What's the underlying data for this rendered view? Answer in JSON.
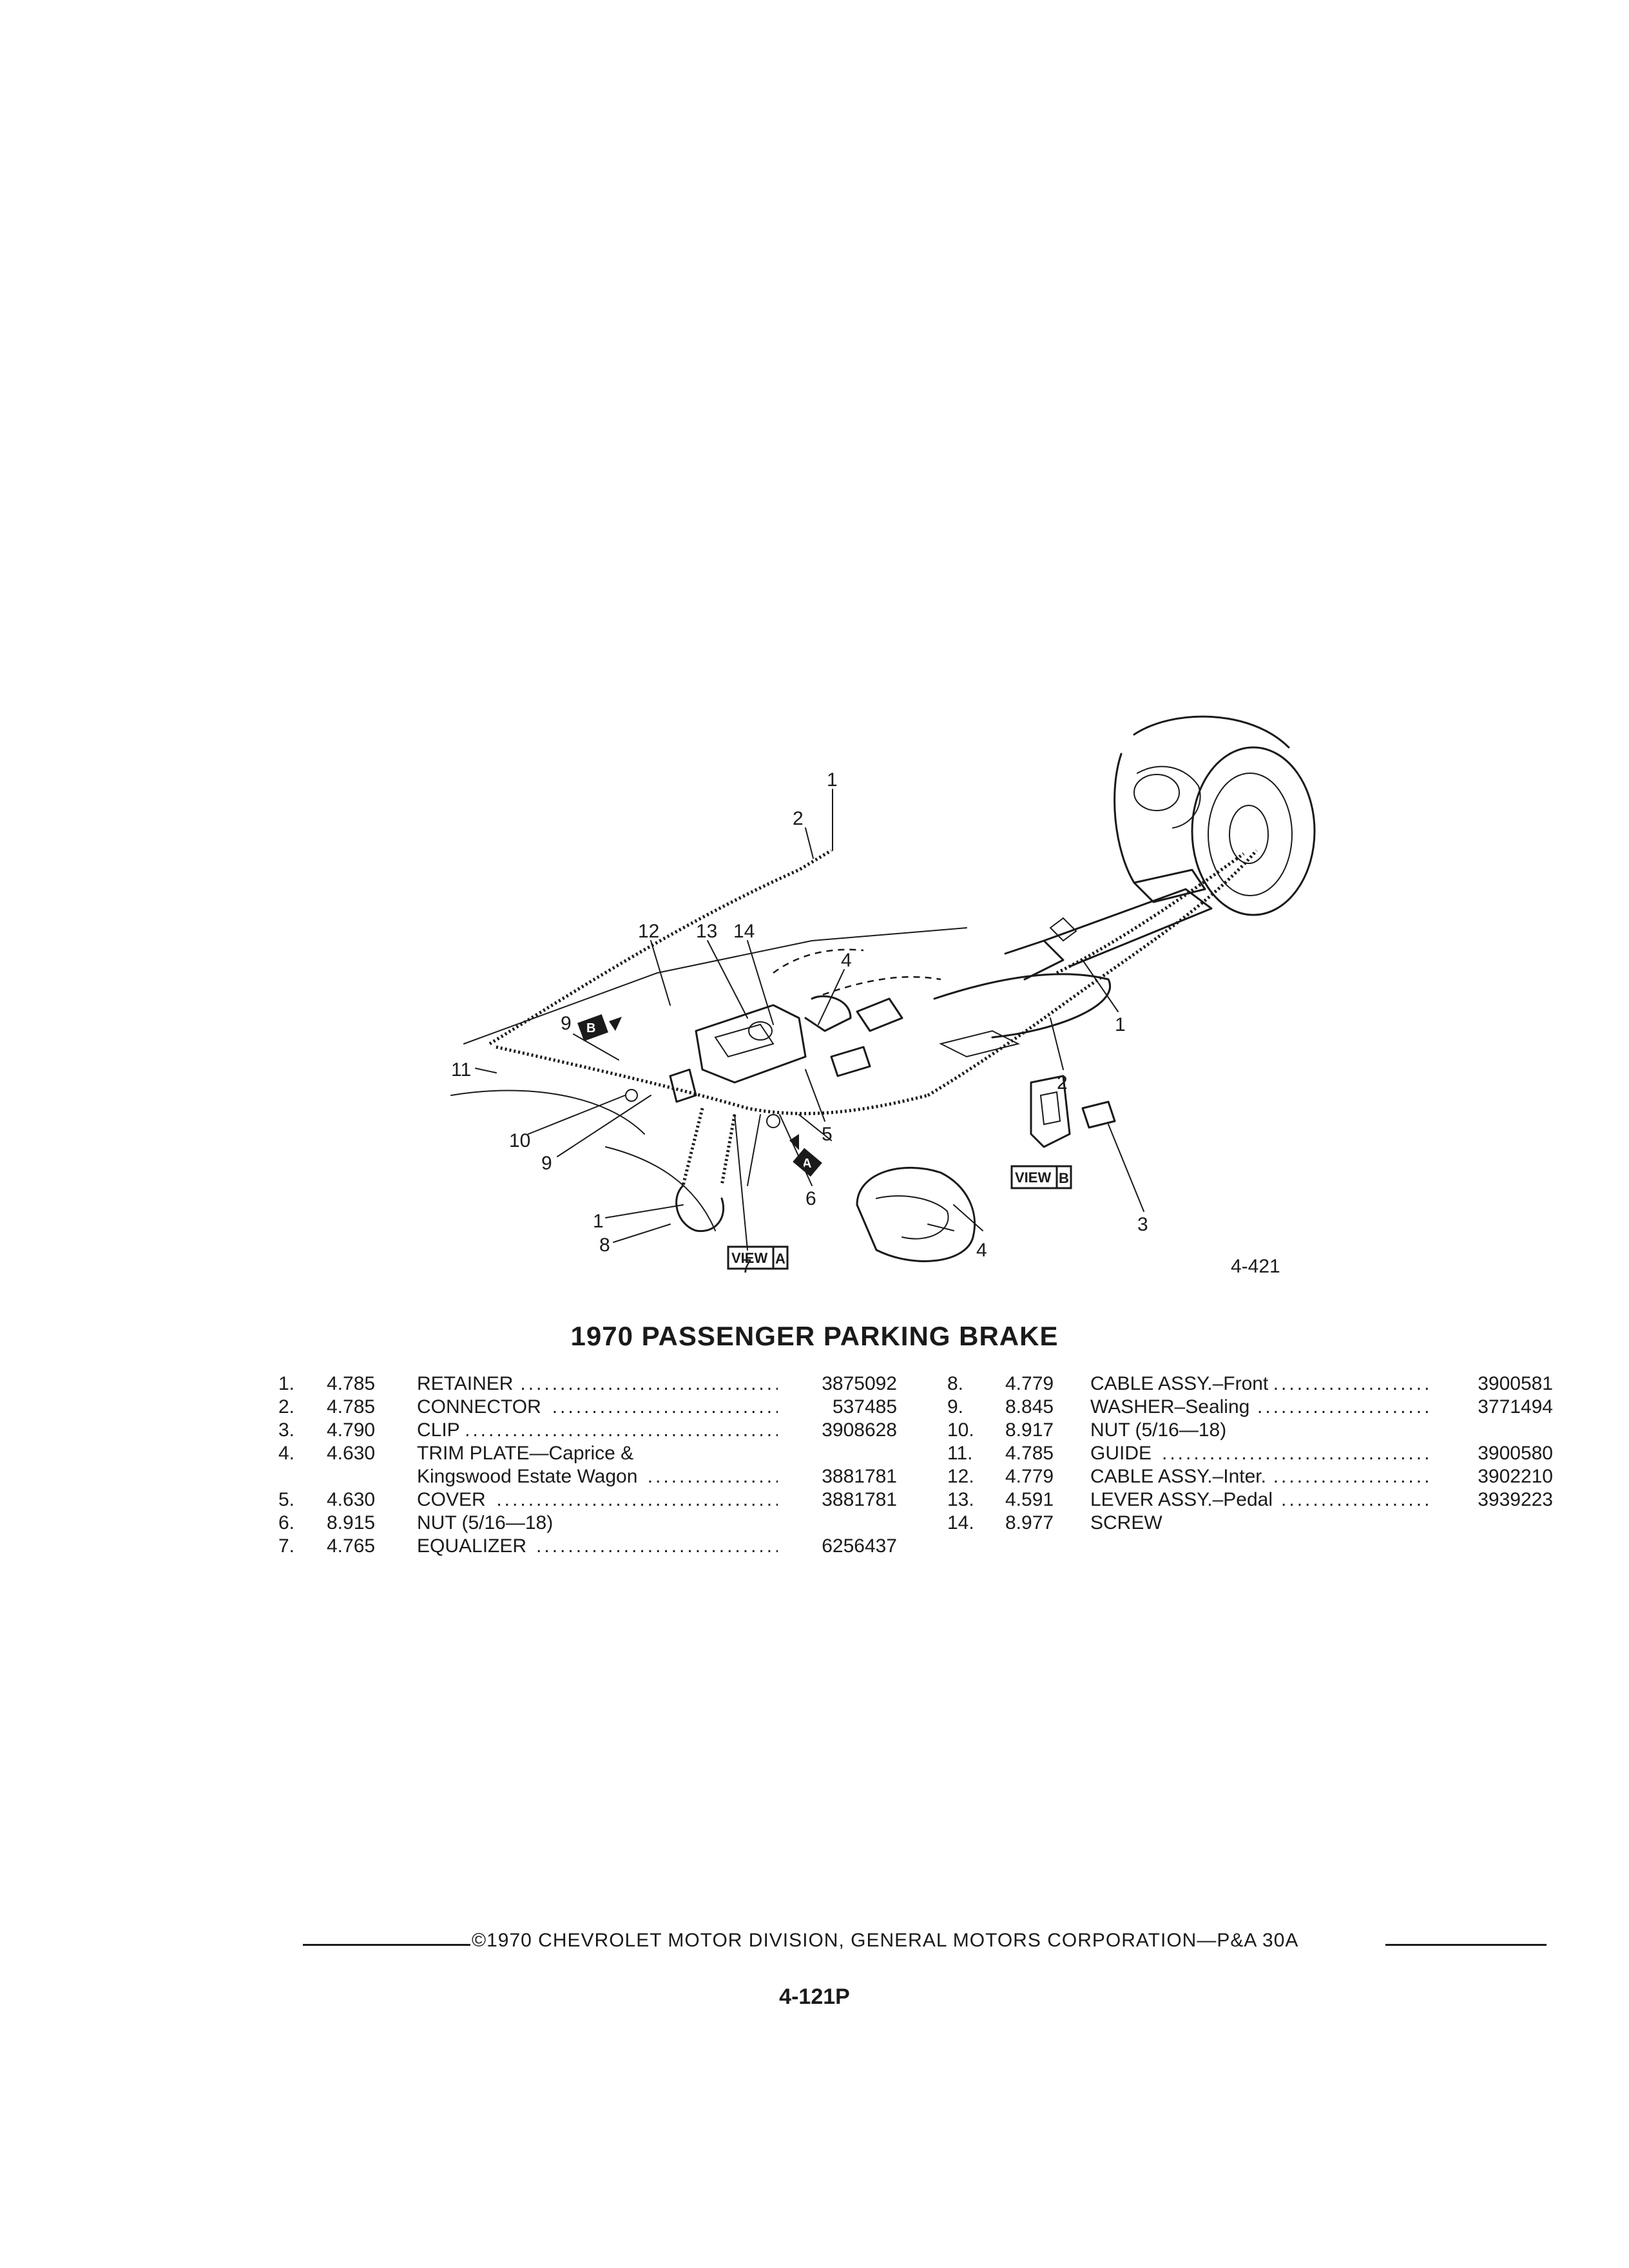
{
  "diagram": {
    "figure_id": "4-421",
    "callouts": [
      "1",
      "2",
      "12",
      "13",
      "14",
      "4",
      "9",
      "11",
      "10",
      "9",
      "1",
      "8",
      "7",
      "6",
      "5",
      "4",
      "3",
      "1",
      "2"
    ],
    "view_a_label": "VIEW",
    "view_a_letter": "A",
    "view_b_label": "VIEW",
    "view_b_letter": "B",
    "arrow_a_letter": "A",
    "arrow_b_letter": "B"
  },
  "title": "1970 PASSENGER PARKING BRAKE",
  "parts_left": [
    {
      "num": "1.",
      "code": "4.785",
      "desc": "RETAINER",
      "part": "3875092",
      "dots": true
    },
    {
      "num": "2.",
      "code": "4.785",
      "desc": "CONNECTOR",
      "part": "537485",
      "dots": true
    },
    {
      "num": "3.",
      "code": "4.790",
      "desc": "CLIP",
      "part": "3908628",
      "dots": true
    },
    {
      "num": "4.",
      "code": "4.630",
      "desc": "TRIM PLATE—Caprice &",
      "part": "",
      "dots": false
    },
    {
      "num": "",
      "code": "",
      "desc": "Kingswood Estate Wagon",
      "part": "3881781",
      "dots": true
    },
    {
      "num": "5.",
      "code": "4.630",
      "desc": "COVER",
      "part": "3881781",
      "dots": true
    },
    {
      "num": "6.",
      "code": "8.915",
      "desc": "NUT (5/16—18)",
      "part": "",
      "dots": false
    },
    {
      "num": "7.",
      "code": "4.765",
      "desc": "EQUALIZER",
      "part": "6256437",
      "dots": true
    }
  ],
  "parts_right": [
    {
      "num": "8.",
      "code": "4.779",
      "desc": "CABLE ASSY.–Front",
      "part": "3900581",
      "dots": true
    },
    {
      "num": "9.",
      "code": "8.845",
      "desc": "WASHER–Sealing",
      "part": "3771494",
      "dots": true
    },
    {
      "num": "10.",
      "code": "8.917",
      "desc": "NUT (5/16—18)",
      "part": "",
      "dots": false
    },
    {
      "num": "11.",
      "code": "4.785",
      "desc": "GUIDE",
      "part": "3900580",
      "dots": true
    },
    {
      "num": "12.",
      "code": "4.779",
      "desc": "CABLE ASSY.–Inter.",
      "part": "3902210",
      "dots": true
    },
    {
      "num": "13.",
      "code": "4.591",
      "desc": "LEVER ASSY.–Pedal",
      "part": "3939223",
      "dots": true
    },
    {
      "num": "14.",
      "code": "8.977",
      "desc": "SCREW",
      "part": "",
      "dots": false
    }
  ],
  "copyright": "©1970 CHEVROLET MOTOR DIVISION, GENERAL MOTORS CORPORATION—P&A 30A",
  "page_number": "4-121P"
}
